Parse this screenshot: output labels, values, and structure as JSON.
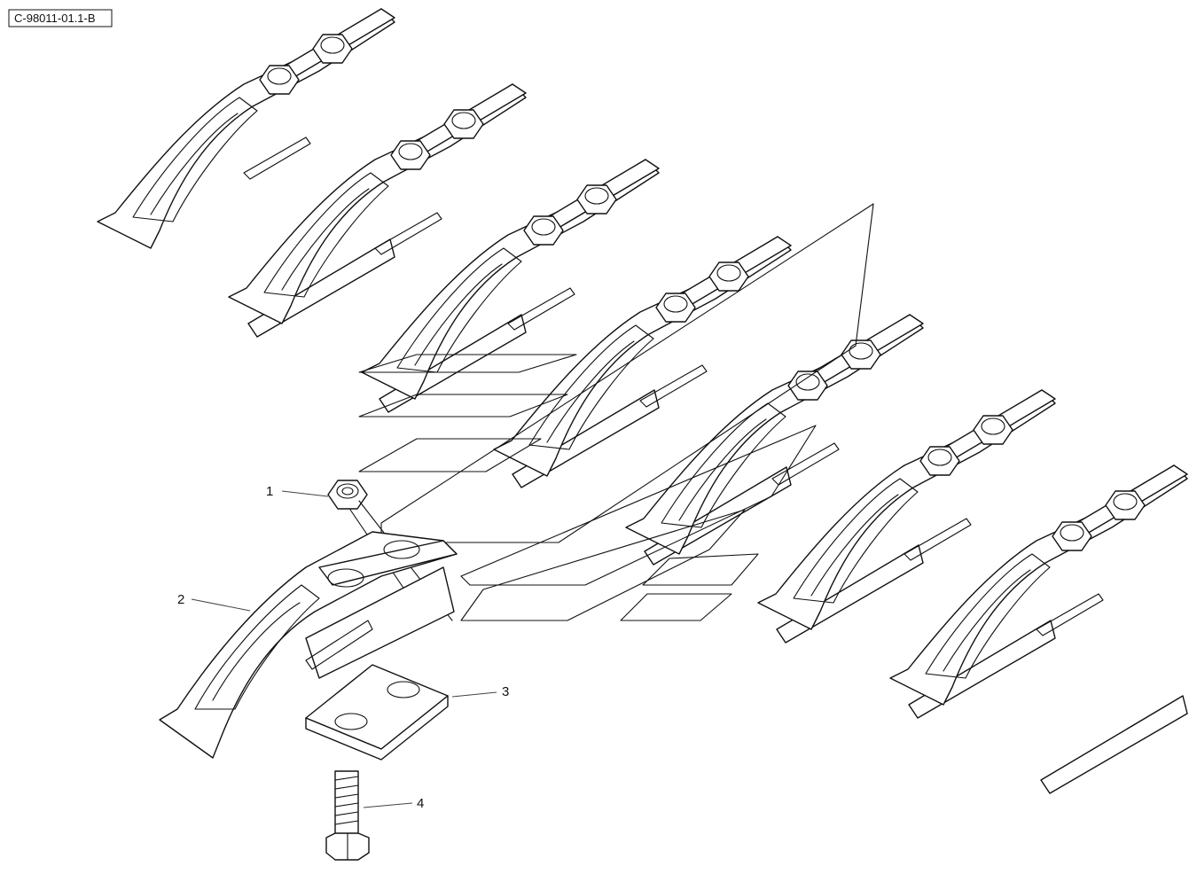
{
  "drawing_number": "C-98011-01.1-B",
  "callouts": [
    {
      "label": "1",
      "part": "nut"
    },
    {
      "label": "2",
      "part": "tooth"
    },
    {
      "label": "3",
      "part": "plate"
    },
    {
      "label": "4",
      "part": "bolt"
    }
  ],
  "assembled_teeth_count": 7
}
